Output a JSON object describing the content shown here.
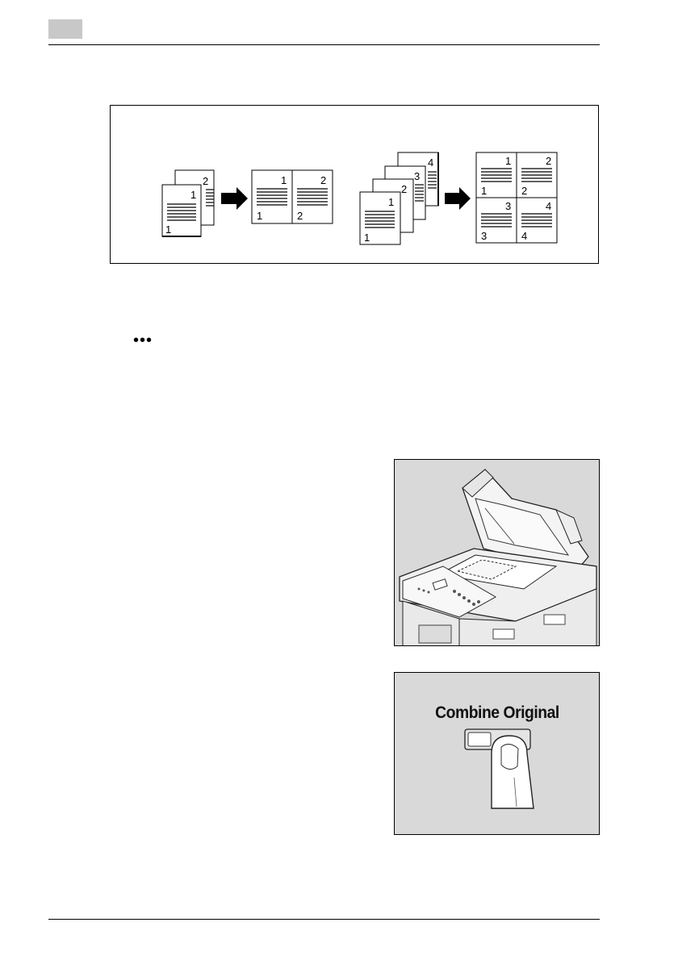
{
  "diagram": {
    "left_example": {
      "originals": [
        "2",
        "1",
        "1"
      ],
      "result_pages": [
        "1",
        "2",
        "1",
        "2"
      ]
    },
    "right_example": {
      "originals": [
        "4",
        "3",
        "2",
        "1",
        "1"
      ],
      "result_pages": [
        "1",
        "2",
        "1",
        "2",
        "3",
        "4",
        "3",
        "4"
      ]
    }
  },
  "tip_marker": "•••",
  "illustrations": {
    "copier": "copier-with-open-lid-illustration",
    "button": {
      "label": "Combine Original"
    }
  },
  "colors": {
    "chapter_tab": "#c8c8c8",
    "photo_background": "#d9d9d9"
  }
}
